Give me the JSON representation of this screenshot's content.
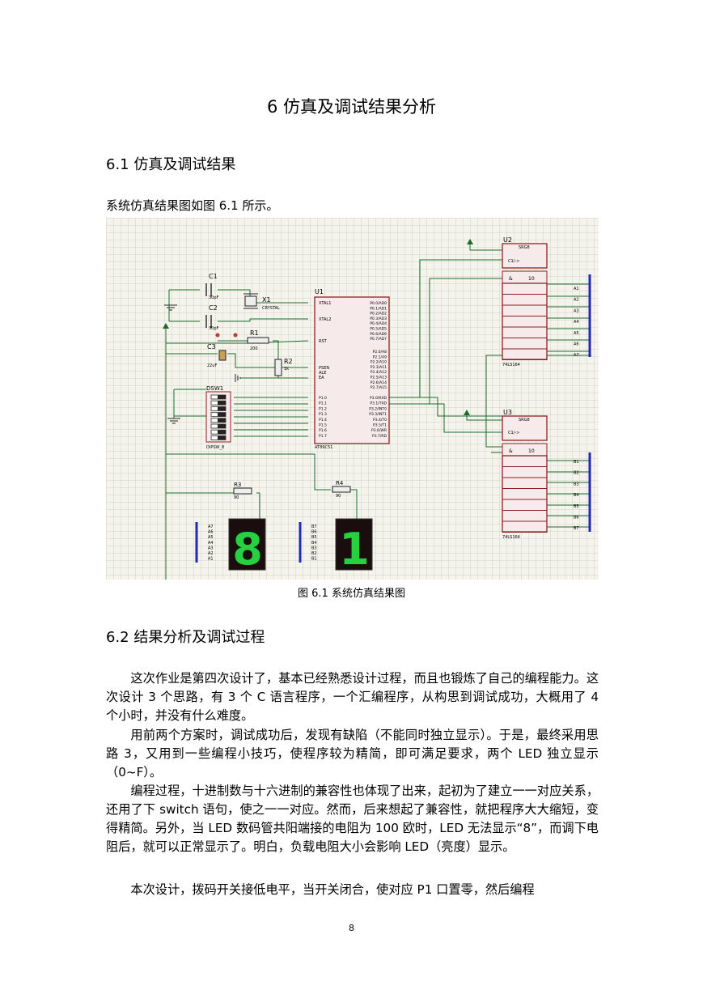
{
  "chapter_title": "6  仿真及调试结果分析",
  "section1_title": "6.1  仿真及调试结果",
  "intro_text": "系统仿真结果图如图 6.1 所示。",
  "figure": {
    "caption": "图 6.1  系统仿真结果图",
    "labels": {
      "c1": "C1",
      "c1_val": "30pF",
      "c2": "C2",
      "c2_val": "30pF",
      "x1": "X1",
      "x1_val": "CRYSTAL",
      "c3": "C3",
      "c3_val": "22uF",
      "r1": "R1",
      "r1_val": "200",
      "r2": "R2",
      "r2_val": "1k",
      "r3": "R3",
      "r3_val": "90",
      "r4": "R4",
      "r4_val": "90",
      "u1": "U1",
      "u1_part": "AT89C51",
      "u2": "U2",
      "u2_part": "74LS164",
      "u3": "U3",
      "u3_part": "74LS164",
      "dsw": "DSW1",
      "dsw_part": "DIPSW_8",
      "srg": "SRG8",
      "c1_clk": "C1/->",
      "amp": "&",
      "ten": "10",
      "pin_xtal1": "XTAL1",
      "pin_xtal2": "XTAL2",
      "pin_rst": "RST",
      "pin_psen": "PSEN",
      "pin_ale": "ALE",
      "pin_ea": "EA"
    },
    "u1_p0_pins": [
      "P0.0/AD0",
      "P0.1/AD1",
      "P0.2/AD2",
      "P0.3/AD3",
      "P0.4/AD4",
      "P0.5/AD5",
      "P0.6/AD6",
      "P0.7/AD7"
    ],
    "u1_p2_pins": [
      "P2.0/A8",
      "P2.1/A9",
      "P2.2/A10",
      "P2.3/A11",
      "P2.4/A12",
      "P2.5/A13",
      "P2.6/A14",
      "P2.7/A15"
    ],
    "u1_p3_pins": [
      "P3.0/RXD",
      "P3.1/TXD",
      "P3.2/INT0",
      "P3.3/INT1",
      "P3.4/T0",
      "P3.5/T1",
      "P3.6/WR",
      "P3.7/RD"
    ],
    "u1_p1_pins": [
      "P1.0",
      "P1.1",
      "P1.2",
      "P1.3",
      "P1.4",
      "P1.5",
      "P1.6",
      "P1.7"
    ],
    "u2_outputs": [
      "A1",
      "A2",
      "A3",
      "A4",
      "A5",
      "A6",
      "A7"
    ],
    "u3_outputs": [
      "B1",
      "B2",
      "B3",
      "B4",
      "B5",
      "B6",
      "B7"
    ],
    "disp1_inputs": [
      "A7",
      "A6",
      "A5",
      "A4",
      "A3",
      "A2",
      "A1"
    ],
    "disp2_inputs": [
      "B7",
      "B6",
      "B5",
      "B4",
      "B3",
      "B2",
      "B1"
    ],
    "display_digits": [
      "8",
      "1"
    ],
    "colors": {
      "grid_bg": "#f4f4ec",
      "grid_line": "#d2d2c6",
      "wire": "#1e6b2e",
      "chip": "#8b2323",
      "chip_fill": "#f6eaea",
      "seg_on": "#25d041",
      "bus": "#1f2bb5"
    }
  },
  "section2_title": "6.2 结果分析及调试过程",
  "paragraphs": [
    "这次作业是第四次设计了，基本已经熟悉设计过程，而且也锻炼了自己的编程能力。这次设计 3 个思路，有 3 个 C 语言程序，一个汇编程序，从构思到调试成功，大概用了 4 个小时，并没有什么难度。",
    "用前两个方案时，调试成功后，发现有缺陷（不能同时独立显示）。于是，最终采用思路 3，又用到一些编程小技巧，使程序较为精简，即可满足要求，两个 LED 独立显示（0~F）。",
    "编程过程，十进制数与十六进制的兼容性也体现了出来，起初为了建立一一对应关系，还用了下 switch 语句，使之一一对应。然而，后来想起了兼容性，就把程序大大缩短，变得精简。另外，当 LED 数码管共阳端接的电阻为 100 欧时，LED 无法显示“8”，而调下电阻后，就可以正常显示了。明白，负载电阻大小会影响 LED（亮度）显示。",
    "本次设计，拨码开关接低电平，当开关闭合，使对应 P1 口置零，然后编程"
  ],
  "page_number": "8"
}
